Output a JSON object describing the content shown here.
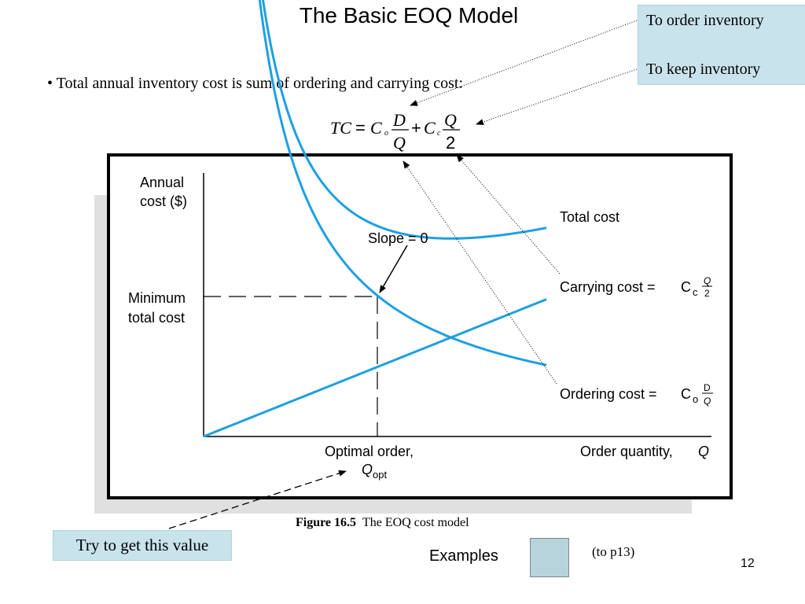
{
  "slide": {
    "title": "The Basic EOQ Model",
    "bullet": "• Total annual inventory cost is sum of ordering and carrying cost:",
    "callout_top": [
      "To order inventory",
      "To keep inventory"
    ],
    "callout_bottom": "Try to get this value",
    "examples_label": "Examples",
    "to_page": "(to p13)",
    "page_number": "12",
    "callout_color": "#c9e3ec"
  },
  "formula": {
    "lhs": "TC",
    "equals": "=",
    "c1": "C",
    "c1_sub": "o",
    "num1": "D",
    "den1": "Q",
    "plus": "+",
    "c2": "C",
    "c2_sub": "c",
    "num2": "Q",
    "den2": "2"
  },
  "figure": {
    "caption_label": "Figure 16.5",
    "caption_text": "The EOQ cost model",
    "ylabel": [
      "Annual",
      "cost ($)"
    ],
    "min_label": [
      "Minimum",
      "total cost"
    ],
    "slope_label": "Slope = 0",
    "xlabel_optimal": "Optimal order,",
    "qopt_main": "Q",
    "qopt_sub": "opt",
    "xlabel_right": "Order quantity,",
    "xlabel_right_var": "Q",
    "total_label": "Total cost",
    "carrying_label": "Carrying cost =",
    "carrying_c": "C",
    "carrying_sub": "c",
    "carrying_num": "Q",
    "carrying_den": "2",
    "ordering_label": "Ordering cost =",
    "ordering_c": "C",
    "ordering_sub": "o",
    "ordering_num": "D",
    "ordering_den": "Q",
    "curve_color": "#1ea0e0"
  },
  "chart_data": {
    "type": "line",
    "series": [
      {
        "name": "Total cost"
      },
      {
        "name": "Carrying cost"
      },
      {
        "name": "Ordering cost"
      }
    ]
  }
}
